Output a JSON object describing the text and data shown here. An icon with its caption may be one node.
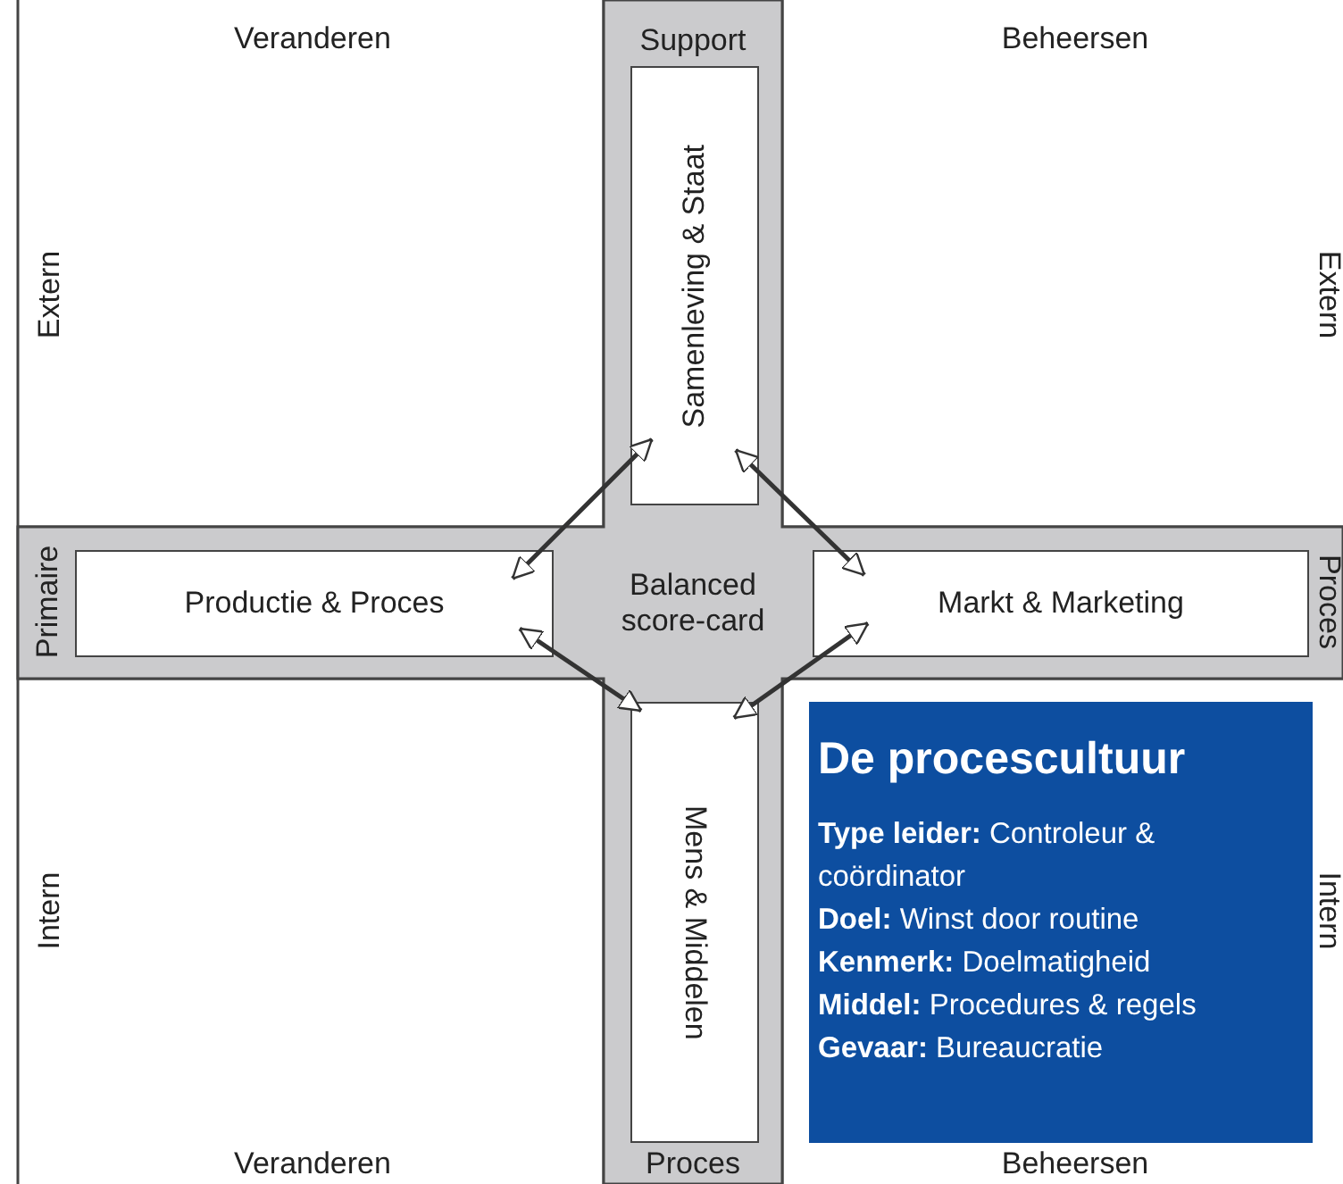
{
  "diagram": {
    "nodes": [
      {
        "text": [
          "Samenleving & Staat"
        ]
      },
      {
        "text": [
          "Productie & Proces"
        ]
      },
      {
        "text": [
          "Balanced score-card"
        ]
      },
      {
        "text": [
          "Markt & Marketing"
        ]
      },
      {
        "text": [
          "Mens & Middelen"
        ]
      },
      {
        "text": [
          "De procescultuur",
          "**Type leider:** Controleur & coördinator",
          "**Doel:** Winst door routine",
          "**Kenmerk:** Doelmatigheid",
          "**Middel:** Procedures & regels",
          "**Gevaar:** Bureaucratie"
        ]
      }
    ],
    "edges": [
      {
        "from": 0,
        "to": 1,
        "arrow": "both"
      },
      {
        "from": 0,
        "to": 3,
        "arrow": "both"
      },
      {
        "from": 1,
        "to": 4,
        "arrow": "both"
      },
      {
        "from": 3,
        "to": 4,
        "arrow": "both"
      }
    ],
    "labels": [
      "Veranderen",
      "Support",
      "Beheersen",
      "Extern",
      "Extern",
      "Primaire",
      "Proces",
      "Intern",
      "Intern",
      "Veranderen",
      "Proces",
      "Beheersen"
    ]
  }
}
